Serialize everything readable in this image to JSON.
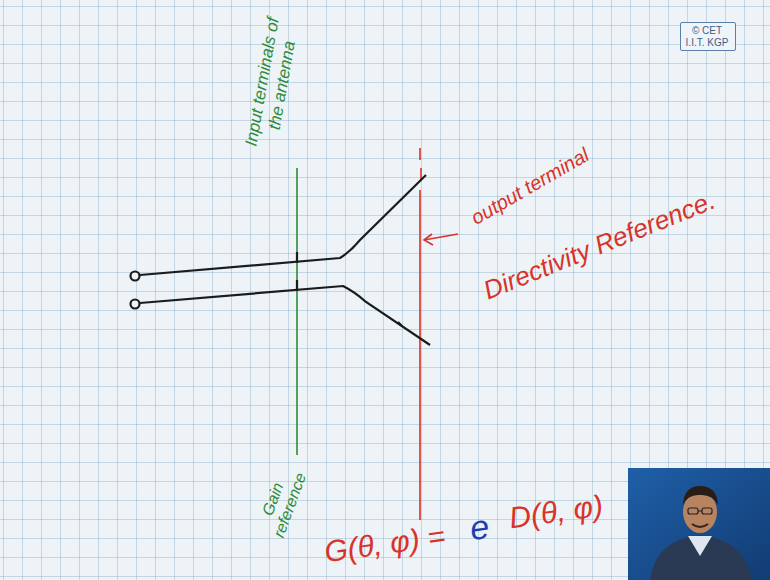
{
  "diagram": {
    "nodes": [
      {
        "text": [
          "© CET I.I.T. KGP"
        ]
      }
    ],
    "labels": [
      "Input terminals of the antenna",
      "output terminal",
      "Directivity Reference.",
      "Gain reference",
      "G(θ, φ) =",
      "e",
      "D(θ, φ)"
    ]
  }
}
